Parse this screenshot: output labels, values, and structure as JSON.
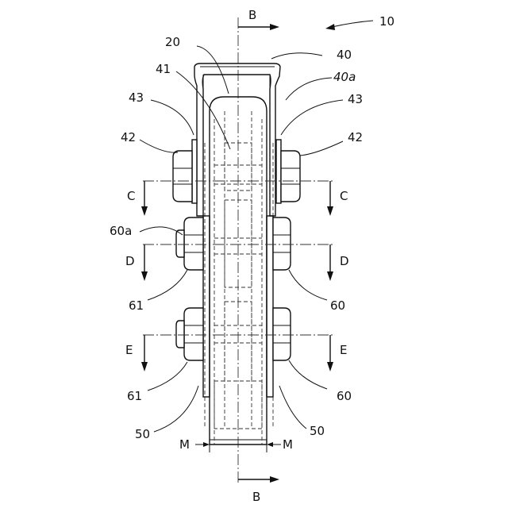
{
  "figure": {
    "labels": {
      "assembly": "10",
      "bar": "20",
      "bracket": "40",
      "bracket_bend": "40a",
      "inner": "41",
      "bolt_head": "42",
      "flange": "43",
      "plate": "50",
      "nut": "60",
      "nut_mark": "60a",
      "washer": "61",
      "gap": "M"
    },
    "sections": {
      "b": "B",
      "c": "C",
      "d": "D",
      "e": "E"
    }
  }
}
